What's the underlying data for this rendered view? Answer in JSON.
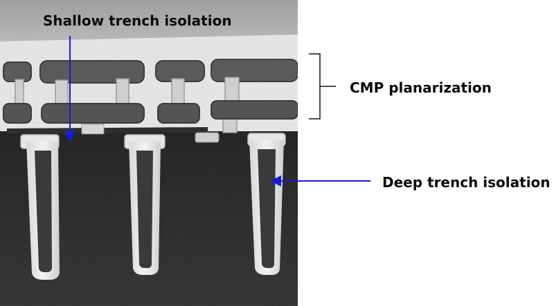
{
  "labels": {
    "shallow_trench": "Shallow trench isolation",
    "cmp": "CMP planarization",
    "deep_trench": "Deep trench isolation"
  },
  "colors": {
    "arrow": "#1a1ad6",
    "bracket": "#111111",
    "text": "#0a0a0a"
  }
}
